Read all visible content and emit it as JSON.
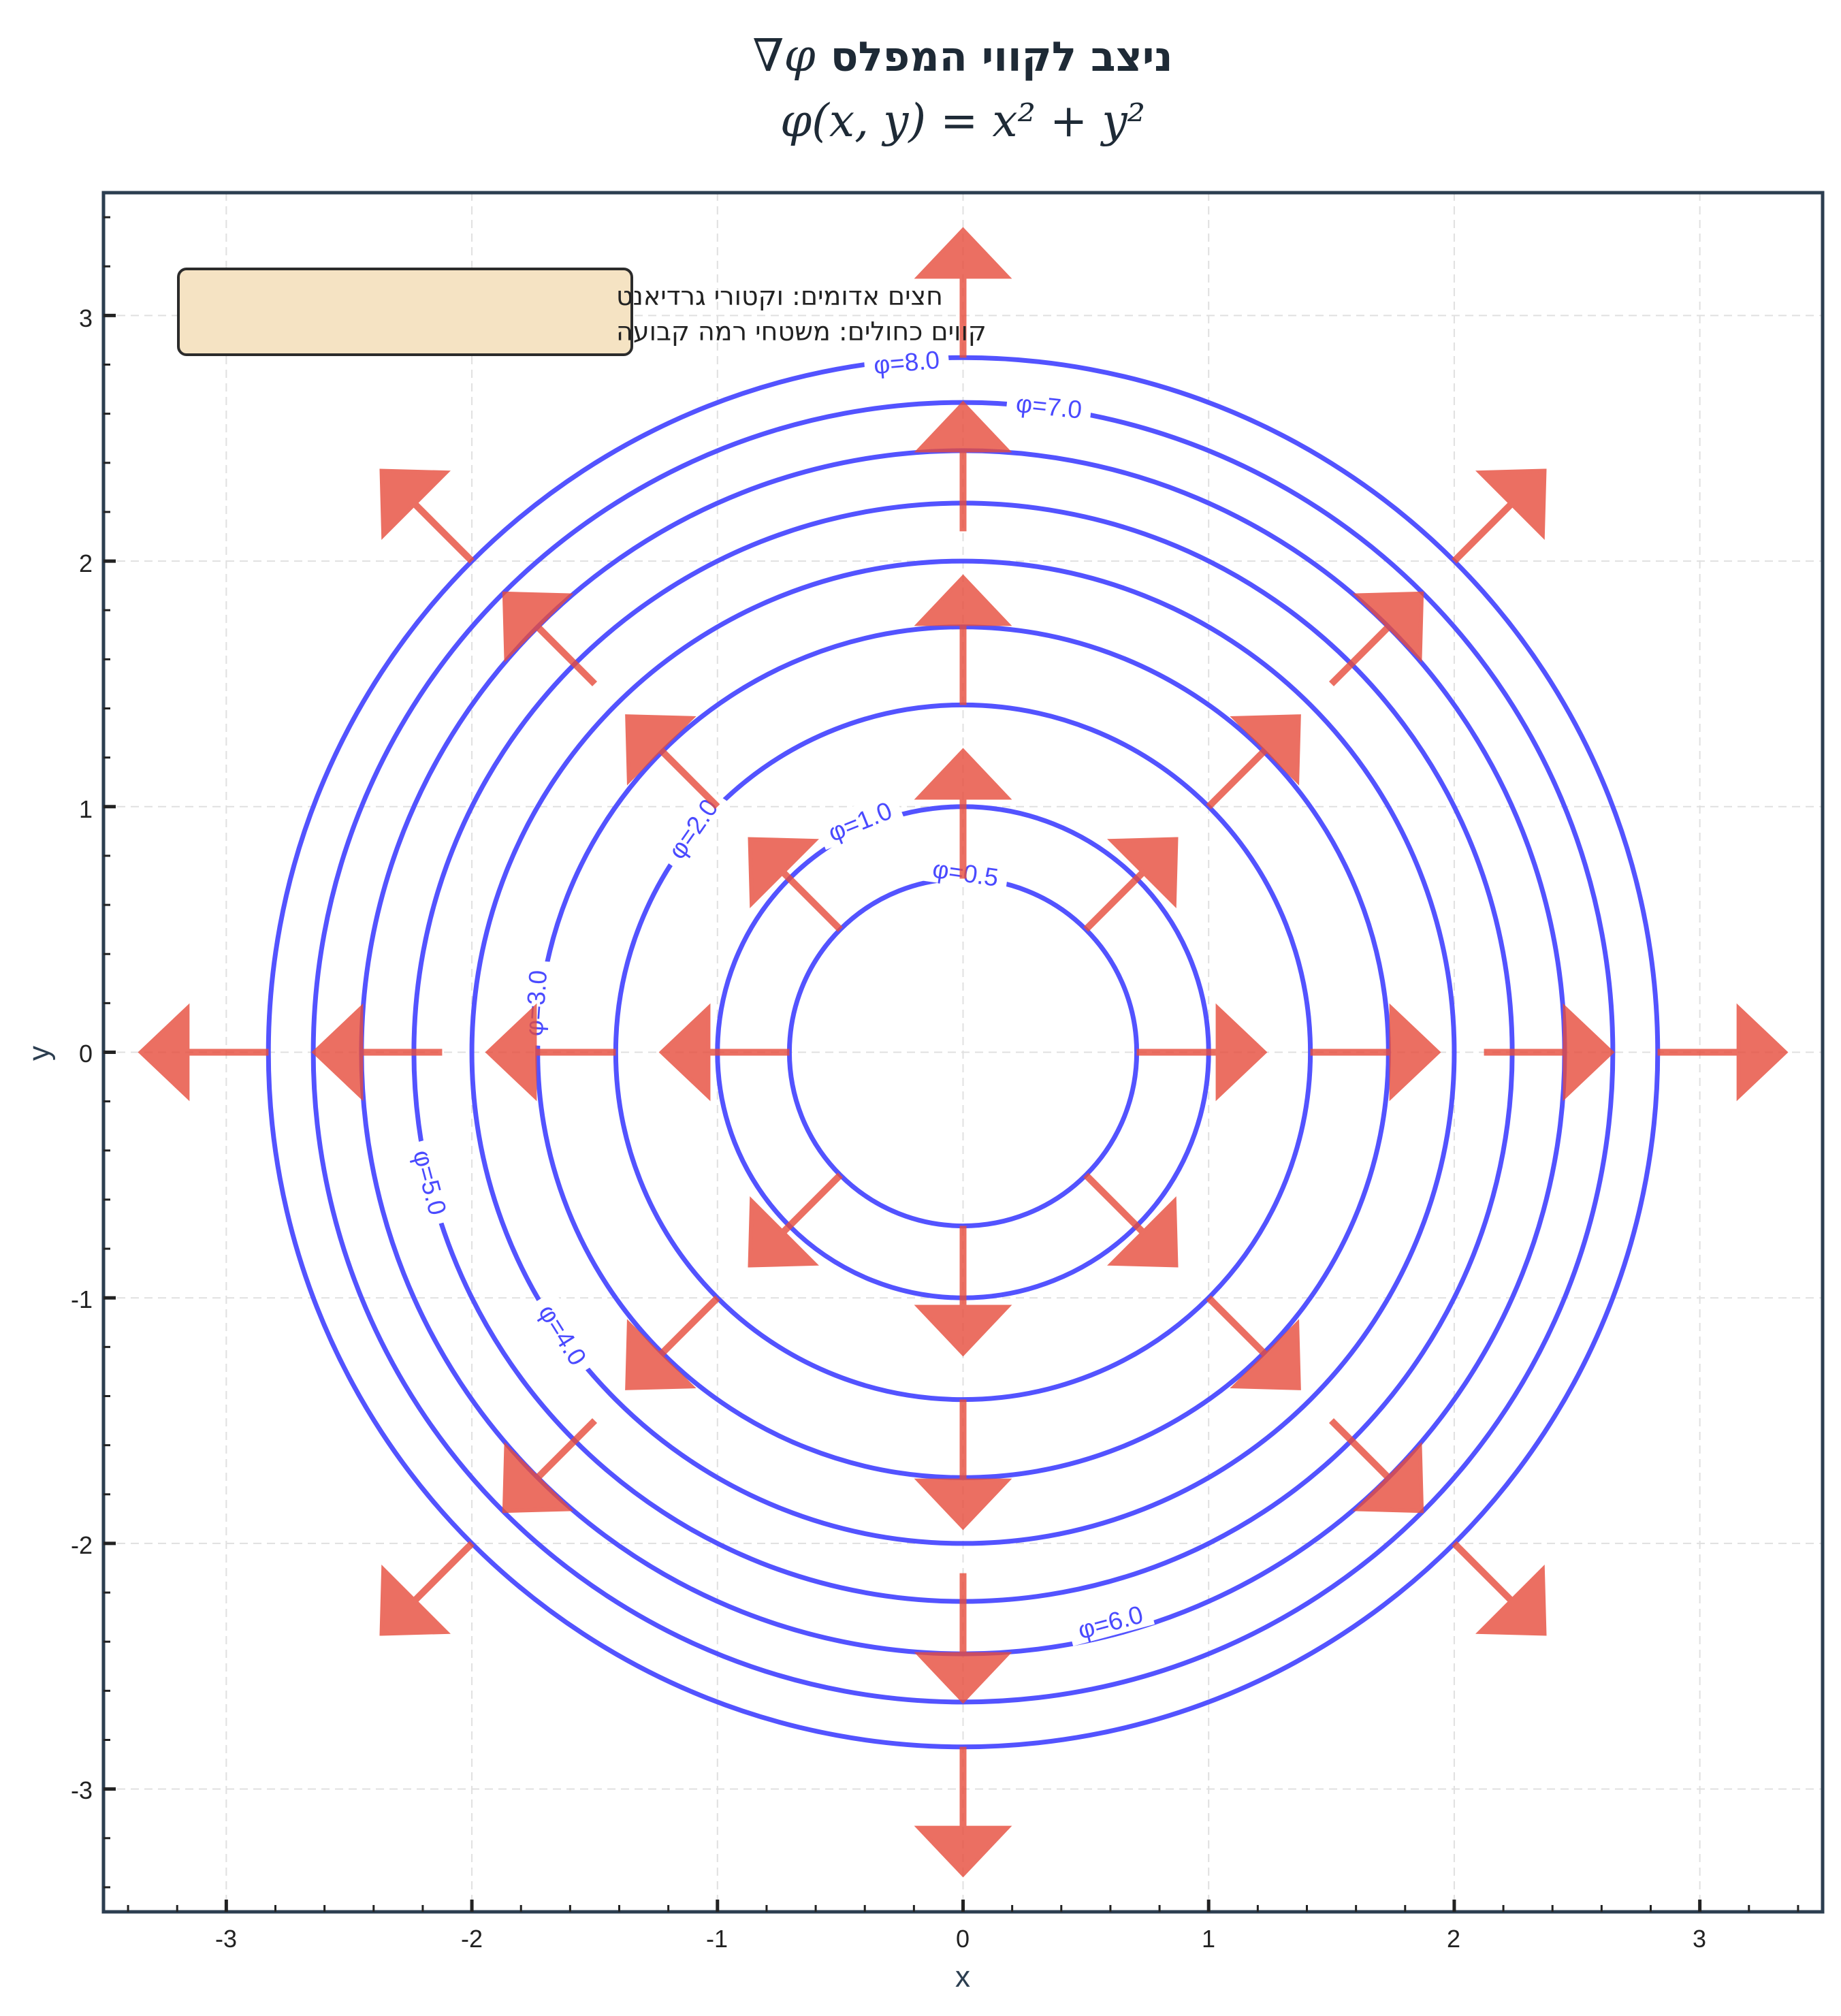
{
  "title": {
    "line1_hebrew": "ניצב לקווי המפלס",
    "line1_math": "∇φ",
    "line2": "φ(x, y) = x² + y²"
  },
  "axes": {
    "xlabel": "x",
    "ylabel": "y",
    "xticks": [
      "-3",
      "-2",
      "-1",
      "0",
      "1",
      "2",
      "3"
    ],
    "yticks": [
      "3",
      "2",
      "1",
      "0",
      "-1",
      "-2",
      "-3"
    ]
  },
  "annotation": {
    "line1": "חצים אדומים: וקטורי גרדיאנט",
    "line2": "קווים כחולים: משטחי רמה קבועה"
  },
  "colors": {
    "contour": "#4a4aff",
    "arrow": "#e74c3c",
    "frame": "#2c3e50",
    "grid": "#e0e0e0",
    "annotation_bg": "#f5e3c3",
    "annotation_border": "#2b2b2b"
  },
  "chart_data": {
    "type": "contour+quiver",
    "title": "∇φ ניצב לקווי המפלס — φ(x, y) = x² + y²",
    "xlabel": "x",
    "ylabel": "y",
    "xlim": [
      -3.5,
      3.5
    ],
    "ylim": [
      -3.5,
      3.5
    ],
    "grid": true,
    "xticks": [
      -3,
      -2,
      -1,
      0,
      1,
      2,
      3
    ],
    "yticks": [
      -3,
      -2,
      -1,
      0,
      1,
      2,
      3
    ],
    "contour_levels": [
      0.5,
      1.0,
      2.0,
      3.0,
      4.0,
      5.0,
      6.0,
      7.0,
      8.0
    ],
    "contour_labels": [
      {
        "text": "φ=0.5",
        "x": 0.01,
        "y": 0.73,
        "rotation": 8
      },
      {
        "text": "φ=1.0",
        "x": -0.42,
        "y": 0.94,
        "rotation": -22
      },
      {
        "text": "φ=2.0",
        "x": -1.1,
        "y": 0.91,
        "rotation": -55
      },
      {
        "text": "φ=3.0",
        "x": -1.74,
        "y": 0.2,
        "rotation": -86
      },
      {
        "text": "φ=4.0",
        "x": -1.63,
        "y": -1.15,
        "rotation": 58
      },
      {
        "text": "φ=5.0",
        "x": -2.17,
        "y": -0.53,
        "rotation": 75
      },
      {
        "text": "φ=6.0",
        "x": 0.6,
        "y": -2.32,
        "rotation": -15
      },
      {
        "text": "φ=7.0",
        "x": 0.35,
        "y": 2.63,
        "rotation": 6
      },
      {
        "text": "φ=8.0",
        "x": -0.23,
        "y": 2.81,
        "rotation": -5
      }
    ],
    "gradient_arrows": {
      "description": "Red arrows ∇φ = (2x, 2y) pointing radially outward, drawn at 8 directions on 4 radii",
      "angles_deg": [
        0,
        45,
        90,
        135,
        180,
        225,
        270,
        315
      ],
      "start_radii": [
        0.707,
        1.414,
        2.121,
        2.828
      ],
      "length": 0.52
    },
    "legend": [
      "חצים אדומים: וקטורי גרדיאנט",
      "קווים כחולים: משטחי רמה קבועה"
    ]
  }
}
